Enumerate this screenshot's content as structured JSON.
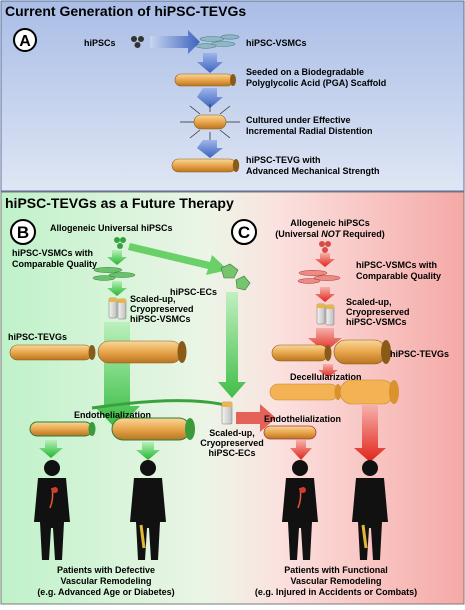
{
  "top": {
    "title": "Current Generation of hiPSC-TEVGs",
    "label_a": "A",
    "hipscs": "hiPSCs",
    "hipsc_vsmcs": "hiPSC-VSMCs",
    "step1_line1": "Seeded on a Biodegradable",
    "step1_line2": "Polyglycolic Acid (PGA) Scaffold",
    "step2_line1": "Cultured under Effective",
    "step2_line2": "Incremental Radial Distention",
    "step3_line1": "hiPSC-TEVG with",
    "step3_line2": "Advanced Mechanical Strength"
  },
  "bottom": {
    "title": "hiPSC-TEVGs as a Future Therapy",
    "label_b": "B",
    "label_c": "C",
    "b_source": "Allogeneic Universal hiPSCs",
    "b_vsmc_line1": "hiPSC-VSMCs with",
    "b_vsmc_line2": "Comparable Quality",
    "b_ecs": "hiPSC-ECs",
    "b_cryo_line1": "Scaled-up,",
    "b_cryo_line2": "Cryopreserved",
    "b_cryo_line3": "hiPSC-VSMCs",
    "b_tevgs": "hiPSC-TEVGs",
    "b_endo": "Endothelialization",
    "ec_cryo_line1": "Scaled-up,",
    "ec_cryo_line2": "Cryopreserved",
    "ec_cryo_line3": "hiPSC-ECs",
    "b_patients_line1": "Patients with Defective",
    "b_patients_line2": "Vascular Remodeling",
    "b_patients_line3": "(e.g. Advanced Age or Diabetes)",
    "c_source_line1": "Allogeneic hiPSCs",
    "c_source_line2_a": "(Universal ",
    "c_source_line2_b": "NOT",
    "c_source_line2_c": " Required)",
    "c_vsmc_line1": "hiPSC-VSMCs with",
    "c_vsmc_line2": "Comparable Quality",
    "c_cryo_line1": "Scaled-up,",
    "c_cryo_line2": "Cryopreserved",
    "c_cryo_line3": "hiPSC-VSMCs",
    "c_tevgs": "hiPSC-TEVGs",
    "c_decell": "Decellularization",
    "c_endo": "Endothelialization",
    "c_patients_line1": "Patients with Functional",
    "c_patients_line2": "Vascular Remodeling",
    "c_patients_line3": "(e.g. Injured in Accidents or Combats)"
  },
  "colors": {
    "top_bg": "#b9c9e8",
    "blue_arrow": "#4a6fc4",
    "green_arrow": "#43c94a",
    "red_arrow": "#e43a2e",
    "tube": "#e7a94a",
    "title_text": "#000000"
  }
}
